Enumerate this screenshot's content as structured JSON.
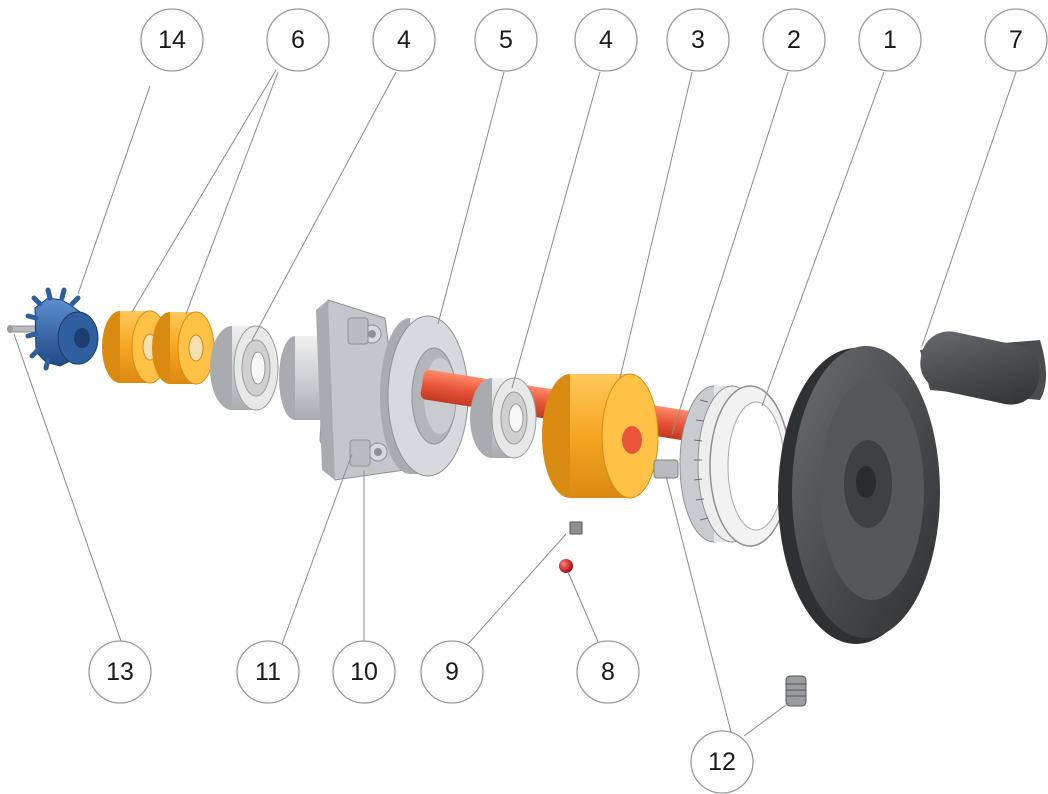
{
  "callouts": {
    "c14": "14",
    "c6": "6",
    "c4a": "4",
    "c5": "5",
    "c4b": "4",
    "c3": "3",
    "c2": "2",
    "c1": "1",
    "c7": "7",
    "c13": "13",
    "c11": "11",
    "c10": "10",
    "c9": "9",
    "c8": "8",
    "c12": "12"
  },
  "colors": {
    "gear_blue": "#2f5f9e",
    "bushing_orange": "#f5a623",
    "shaft_red": "#e8553a",
    "bearing_grey": "#cfcfcf",
    "housing_grey": "#c4c6ca",
    "handwheel_dark": "#4a4c4e",
    "ball_red": "#d11a1a"
  }
}
